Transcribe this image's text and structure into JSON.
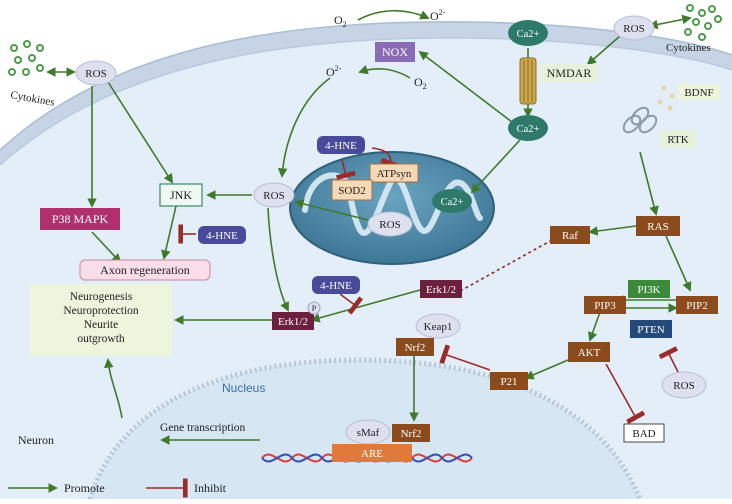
{
  "labels": {
    "o2_top": "O",
    "o2_top_sub": "2",
    "o2_minus_top": "O",
    "o2_minus_top_sup": "2-",
    "o2_minus_mid": "O",
    "o2_minus_mid_sup": "2-",
    "o2_mid": "O",
    "o2_mid_sub": "2",
    "nox": "NOX",
    "ca_top": "Ca2+",
    "ca_mid": "Ca2+",
    "ca_mito": "Ca2+",
    "nmdar": "NMDAR",
    "ros_topright": "ROS",
    "cytokines_right": "Cytokines",
    "ros_topleft": "ROS",
    "cytokines_left": "Cytokines",
    "bdnf": "BDNF",
    "rtk": "RTK",
    "hne_mito": "4-HNE",
    "atpsyn": "ATPsyn",
    "sod2": "SOD2",
    "ros_center": "ROS",
    "ros_mito": "ROS",
    "jnk": "JNK",
    "p38": "P38 MAPK",
    "hne_left": "4-HNE",
    "axon": "Axon regeneration",
    "neuro1": "Neurogenesis",
    "neuro2": "Neuroprotection",
    "neuro3": "Neurite",
    "neuro4": "outgrowth",
    "hne_bottom": "4-HNE",
    "erk_upper": "Erk1/2",
    "erk_lower": "Erk1/2",
    "p_mark": "P",
    "raf": "Raf",
    "ras": "RAS",
    "pi3k": "PI3K",
    "pip3": "PIP3",
    "pip2": "PIP2",
    "pten": "PTEN",
    "keap1": "Keap1",
    "nrf2_upper": "Nrf2",
    "akt": "AKT",
    "p21": "P21",
    "ros_bottomright": "ROS",
    "nucleus": "Nucleus",
    "neuron": "Neuron",
    "gene_transcription": "Gene transcription",
    "smaf": "sMaf",
    "nrf2_lower": "Nrf2",
    "are": "ARE",
    "bad": "BAD",
    "promote": "Promote",
    "inhibit": "Inhibit"
  },
  "colors": {
    "promote_arrow": "#3f7a2a",
    "inhibit_arrow": "#9a2b2b",
    "cytoplasm": "#e3eef8",
    "nucleus": "#d6e6f2",
    "membrane": "#c6d4e6",
    "mitochondria": "#4d87a5",
    "maroon": "#6d1f3e",
    "brown": "#8b4b1c",
    "magenta": "#b0306e",
    "purple_nox": "#8a6bb6",
    "indigo_hne": "#4a4a9a",
    "teal_ca": "#2e7a6a",
    "green_pi3k": "#3a8a3a",
    "navy_pten": "#234a7a",
    "ros_oval": "#dde0ee",
    "axon_pink": "#f9dde8",
    "neuro_box": "#eef5dd"
  }
}
